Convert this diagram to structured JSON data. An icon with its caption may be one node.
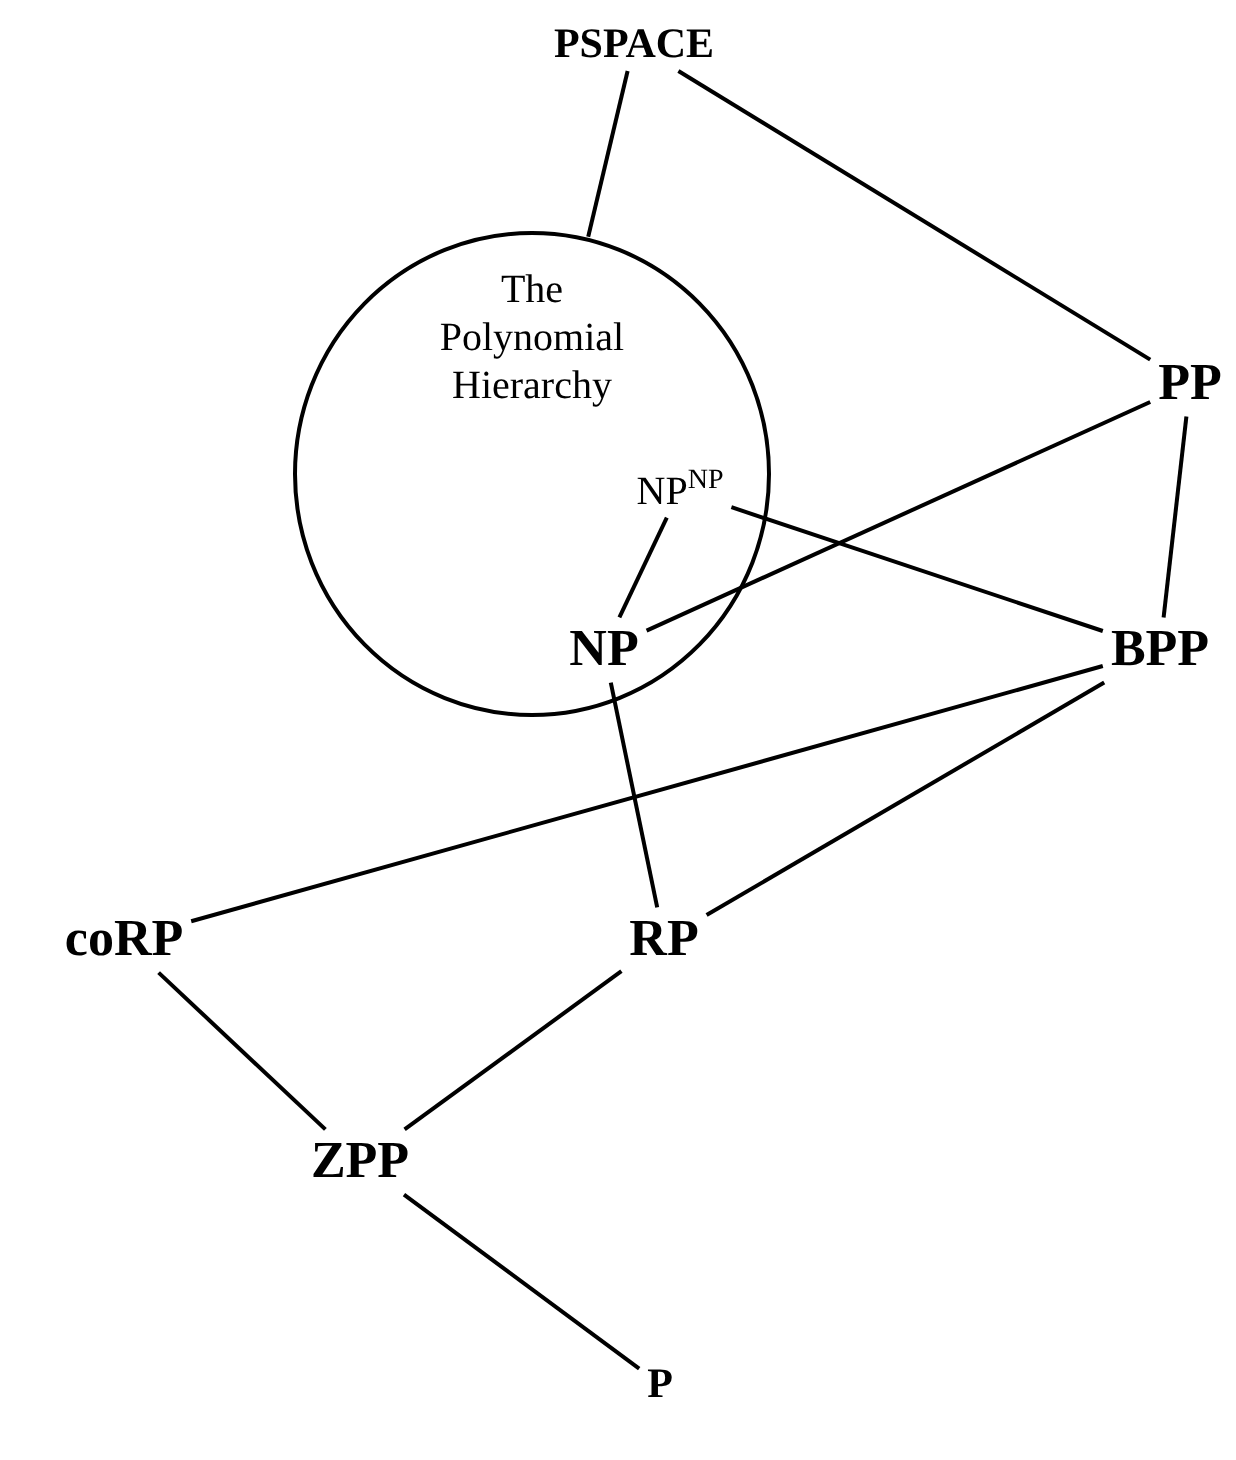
{
  "diagram": {
    "nodes": [
      {
        "text": [
          "PSPACE"
        ]
      },
      {
        "text": [
          "The Polynomial Hierarchy"
        ]
      },
      {
        "text": [
          "NP$^{NP}$"
        ],
        "in": 1
      },
      {
        "text": [
          "NP"
        ],
        "in": 1
      },
      {
        "text": [
          "PP"
        ]
      },
      {
        "text": [
          "BPP"
        ]
      },
      {
        "text": [
          "coRP"
        ]
      },
      {
        "text": [
          "RP"
        ]
      },
      {
        "text": [
          "ZPP"
        ]
      },
      {
        "text": [
          "P"
        ]
      }
    ],
    "edges": [
      {
        "from": 0,
        "to": 1,
        "arrow": "none"
      },
      {
        "from": 0,
        "to": 4,
        "arrow": "none"
      },
      {
        "from": 4,
        "to": 3,
        "arrow": "none"
      },
      {
        "from": 4,
        "to": 5,
        "arrow": "none"
      },
      {
        "from": 2,
        "to": 5,
        "arrow": "none"
      },
      {
        "from": 2,
        "to": 3,
        "arrow": "none"
      },
      {
        "from": 3,
        "to": 7,
        "arrow": "none"
      },
      {
        "from": 5,
        "to": 6,
        "arrow": "none"
      },
      {
        "from": 5,
        "to": 7,
        "arrow": "none"
      },
      {
        "from": 6,
        "to": 8,
        "arrow": "none"
      },
      {
        "from": 7,
        "to": 8,
        "arrow": "none"
      },
      {
        "from": 8,
        "to": 9,
        "arrow": "none"
      }
    ]
  }
}
